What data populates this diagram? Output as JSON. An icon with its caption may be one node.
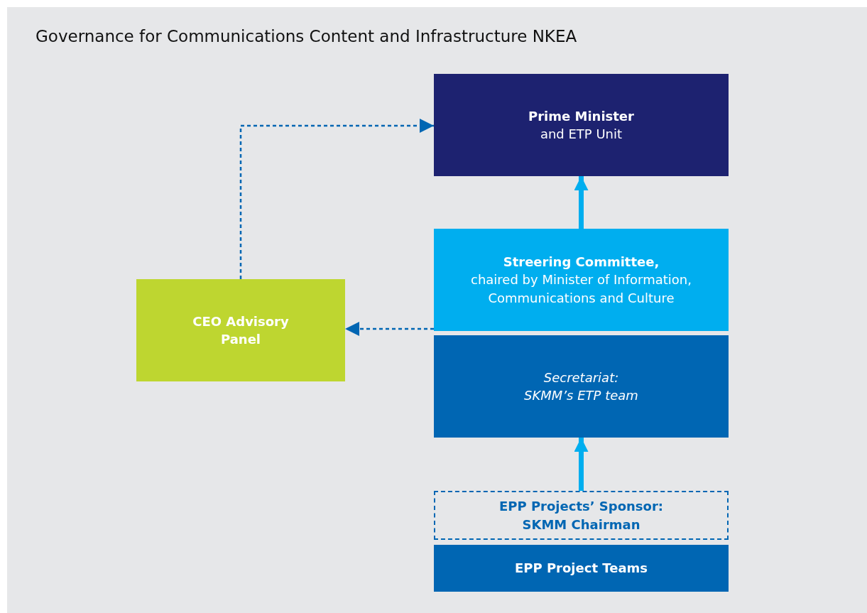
{
  "diagram": {
    "title": "Governance for Communications Content and Infrastructure NKEA",
    "nodes": [
      {
        "text": [
          "Prime Minister",
          "and ETP Unit"
        ]
      },
      {
        "text": [
          "Streering Committee,",
          "chaired by Minister of Information, Communications and Culture"
        ]
      },
      {
        "text": [
          "Secretariat: SKMM’s ETP team"
        ]
      },
      {
        "text": [
          "CEO Advisory Panel"
        ]
      },
      {
        "text": [
          "EPP Projects’ Sponsor: SKMM Chairman"
        ]
      },
      {
        "text": [
          "EPP Project Teams"
        ]
      }
    ],
    "edges": [
      {
        "from": 3,
        "to": 0,
        "arrow": "to",
        "style": "dashed",
        "color": "#0066b3"
      },
      {
        "from": 1,
        "to": 0,
        "arrow": "to",
        "style": "thick",
        "color": "#00aeef"
      },
      {
        "from": 1,
        "to": 3,
        "arrow": "to",
        "style": "dashed",
        "color": "#0066b3"
      },
      {
        "from": 4,
        "to": 2,
        "arrow": "to",
        "style": "thick",
        "color": "#00aeef"
      }
    ]
  }
}
